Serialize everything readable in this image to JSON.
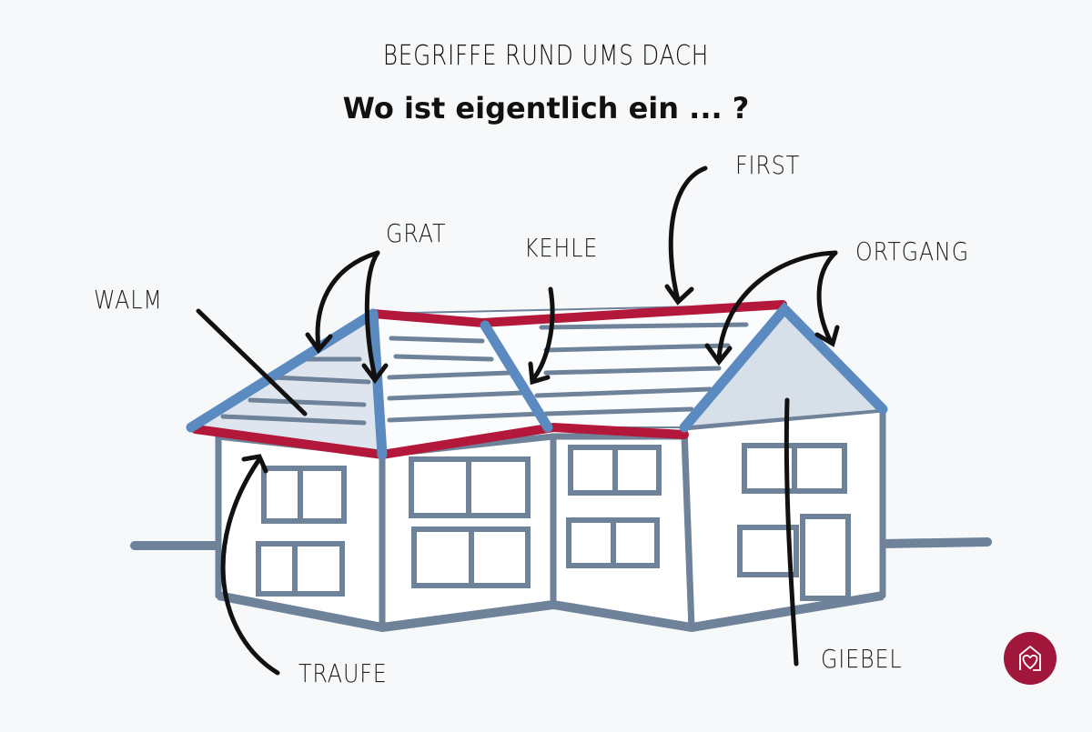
{
  "header": {
    "subtitle": "BEGRIFFE RUND UMS DACH",
    "title": "Wo ist eigentlich ein ... ?"
  },
  "labels": {
    "first": "FIRST",
    "grat": "GRAT",
    "kehle": "KEHLE",
    "ortgang": "ORTGANG",
    "walm": "WALM",
    "traufe": "TRAUFE",
    "giebel": "GIEBEL"
  },
  "colors": {
    "background": "#f6f8fa",
    "ridge_red": "#b3173a",
    "edge_blue": "#5a8ac0",
    "wall_outline": "#6e8299",
    "roof_shade": "#dfe5ee",
    "logo": "#a0173b"
  },
  "logo": {
    "icon": "house-heart-icon"
  }
}
